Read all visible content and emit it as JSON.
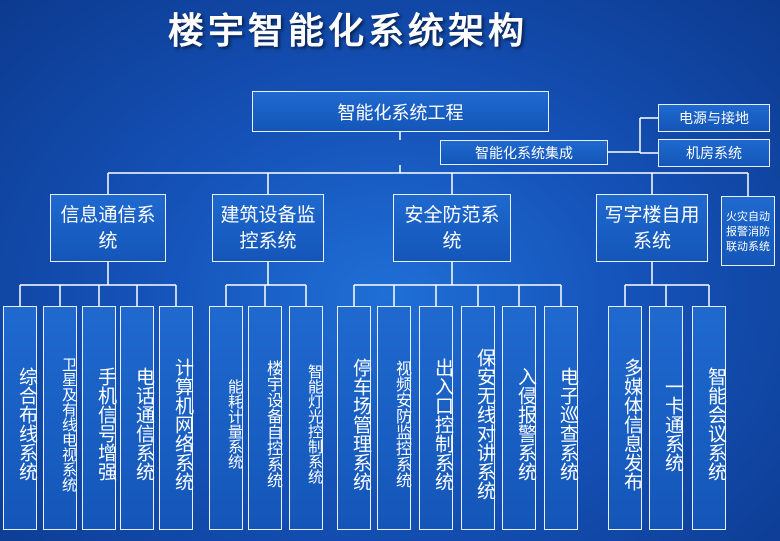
{
  "title": "楼宇智能化系统架构",
  "root": "智能化系统工程",
  "integration": "智能化系统集成",
  "power": "电源与接地",
  "machine_room": "机房系统",
  "categories": {
    "info": "信息通信系统",
    "building": "建筑设备监控系统",
    "security": "安全防范系统",
    "office": "写字楼自用系统",
    "fire": "火灾自动报警消防联动系统"
  },
  "leaves": {
    "cabling": "综合布线系统",
    "satellite_tv": "卫星及有线电视系统",
    "mobile_signal": "手机信号增强",
    "telephone": "电话通信系统",
    "network": "计算机网络系统",
    "energy": "能耗计量系统",
    "bas": "楼宇设备自控系统",
    "lighting": "智能灯光控制系统",
    "parking": "停车场管理系统",
    "cctv": "视频安防监控系统",
    "access": "出入口控制系统",
    "intercom": "保安无线对讲系统",
    "intrusion": "入侵报警系统",
    "patrol": "电子巡查系统",
    "media": "多媒体信息发布",
    "card": "一卡通系统",
    "meeting": "智能会议系统"
  }
}
